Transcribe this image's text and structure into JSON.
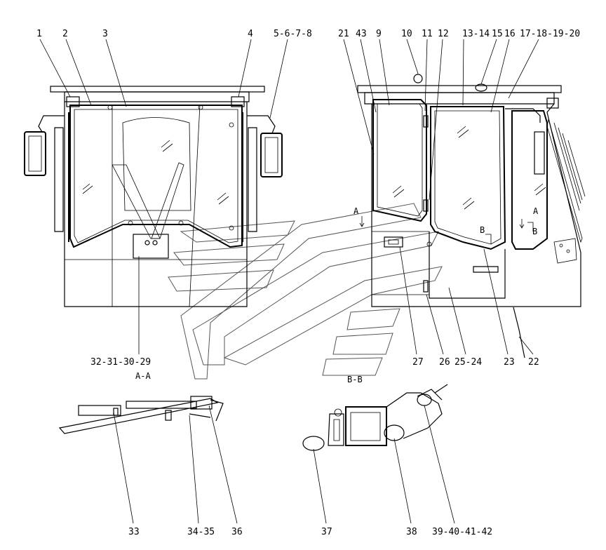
{
  "callouts": {
    "c1": "1",
    "c2": "2",
    "c3": "3",
    "c4": "4",
    "c5": "5-6-7-8",
    "c21": "21",
    "c43": "43",
    "c9": "9",
    "c10": "10",
    "c11": "11",
    "c12": "12",
    "c13": "13-14",
    "c15": "15",
    "c16": "16",
    "c17": "17-18-19-20",
    "c32": "32-31-30-29",
    "c27": "27",
    "c26": "26",
    "c25": "25-24",
    "c23": "23",
    "c22": "22",
    "c33": "33",
    "c34": "34-35",
    "c36": "36",
    "c37": "37",
    "c38": "38",
    "c39": "39-40-41-42"
  },
  "section_marks": {
    "aa_label": "A-A",
    "bb_label": "B-B",
    "a1": "A",
    "a2": "A",
    "b1": "B",
    "b2": "B"
  }
}
